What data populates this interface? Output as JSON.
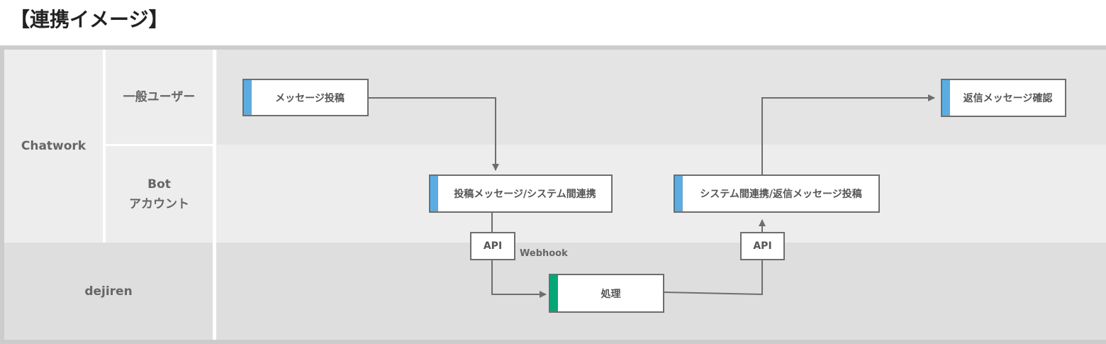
{
  "title": "【連携イメージ】",
  "lanes": {
    "chatwork": "Chatwork",
    "user": "一般ユーザー",
    "bot_line1": "Bot",
    "bot_line2": "アカウント",
    "dejiren": "dejiren"
  },
  "nodes": {
    "post_message": "メッセージ投稿",
    "bot_receive": "投稿メッセージ/システム間連携",
    "bot_reply": "システム間連携/返信メッセージ投稿",
    "process": "処理",
    "confirm_reply": "返信メッセージ確認"
  },
  "api_label_1": "API",
  "api_label_2": "API",
  "webhook_label": "Webhook",
  "colors": {
    "accent_blue": "#5aade2",
    "accent_green": "#00a878",
    "line": "#6e6e6e"
  }
}
